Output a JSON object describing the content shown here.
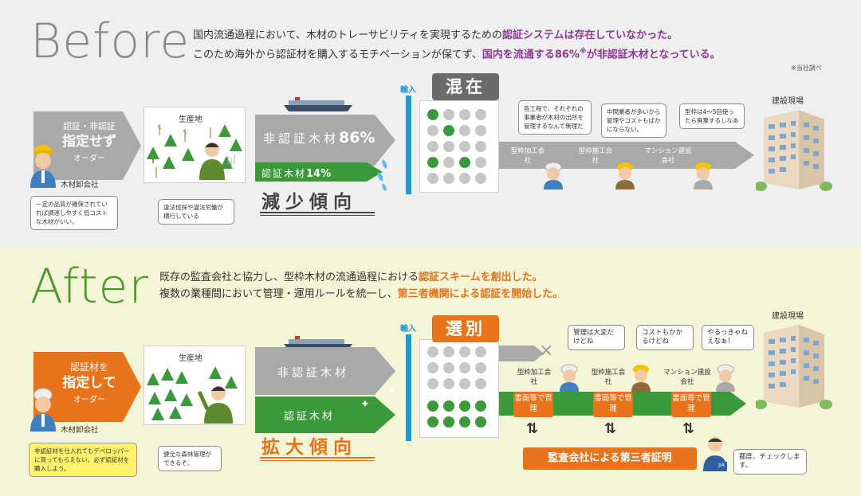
{
  "colors": {
    "purple": "#8e3a96",
    "orange": "#e8731a",
    "green": "#3a9a3a",
    "grey_arrow": "#a9a9a9",
    "blue_bar": "#1e9ad6",
    "before_bg": "#efefef",
    "after_bg": "#f3f5d6"
  },
  "before": {
    "word": "Before",
    "desc_line1_pre": "国内流通過程において、木材のトレーサビリティを実現するための",
    "desc_line1_hl": "認証システムは存在していなかった。",
    "desc_line2_pre": "このため海外から認証材を購入するモチベーションが保てず、",
    "desc_line2_hl": "国内を流通する86%",
    "desc_line2_mark": "※",
    "desc_line2_hl2": "が非認証木材となっている。",
    "note": "※当社調べ",
    "order_line1": "認証・非認証",
    "order_line2": "指定せず",
    "order_line3": "オーダー",
    "wholesaler": "木材卸会社",
    "wholesaler_bubble": "一定の品質が確保されていれば調達しやすく低コストな木材がいい。",
    "origin_title": "生産地",
    "origin_bubble": "違法伐採や違法労働が横行している",
    "noncert_label": "非認証木材",
    "noncert_pct": "86%",
    "cert_label": "認証木材",
    "cert_pct": "14%",
    "trend": "減少傾向",
    "import_label": "輸入",
    "mix_tag": "混在",
    "roles": [
      "型枠加工会社",
      "型枠施工会社",
      "マンション建設会社"
    ],
    "role_bubbles": [
      "各工程で、それぞれの事業者が木材の出所を管理するなんて無理だ",
      "中間業者が多いから管理やコストもばかにならない。",
      "型枠は4〜5回使ったら廃棄するしなあ"
    ],
    "site_label": "建設現場"
  },
  "after": {
    "word": "After",
    "desc_line1_pre": "既存の監査会社と協力し、型枠木材の流通過程における",
    "desc_line1_hl": "認証スキームを創出した。",
    "desc_line2_pre": "複数の業種間において管理・運用ルールを統一し、",
    "desc_line2_hl": "第三者機関による認証を開始した。",
    "order_line1": "認証材を",
    "order_line2": "指定して",
    "order_line3": "オーダー",
    "wholesaler": "木材卸会社",
    "wholesaler_bubble": "非認証材を仕入れてもデベロッパーに買ってもらえない。必ず認証材を購入しよう。",
    "origin_title": "生産地",
    "origin_bubble": "健全な森林管理ができるぞ。",
    "noncert_label": "非認証木材",
    "cert_label": "認証木材",
    "trend": "拡大傾向",
    "import_label": "輸入",
    "select_tag": "選別",
    "roles": [
      "型枠加工会社",
      "型枠施工会社",
      "マンション建設会社"
    ],
    "role_bubbles": [
      "管理は大変だけどね",
      "コストもかかるけどね",
      "やるっきゃねえなぁ！"
    ],
    "doc_label": "書面等で管理",
    "audit_label": "監査会社による第三者証明",
    "audit_bubble": "都度、チェックします。",
    "jia_badge": "JIA",
    "site_label": "建設現場"
  }
}
